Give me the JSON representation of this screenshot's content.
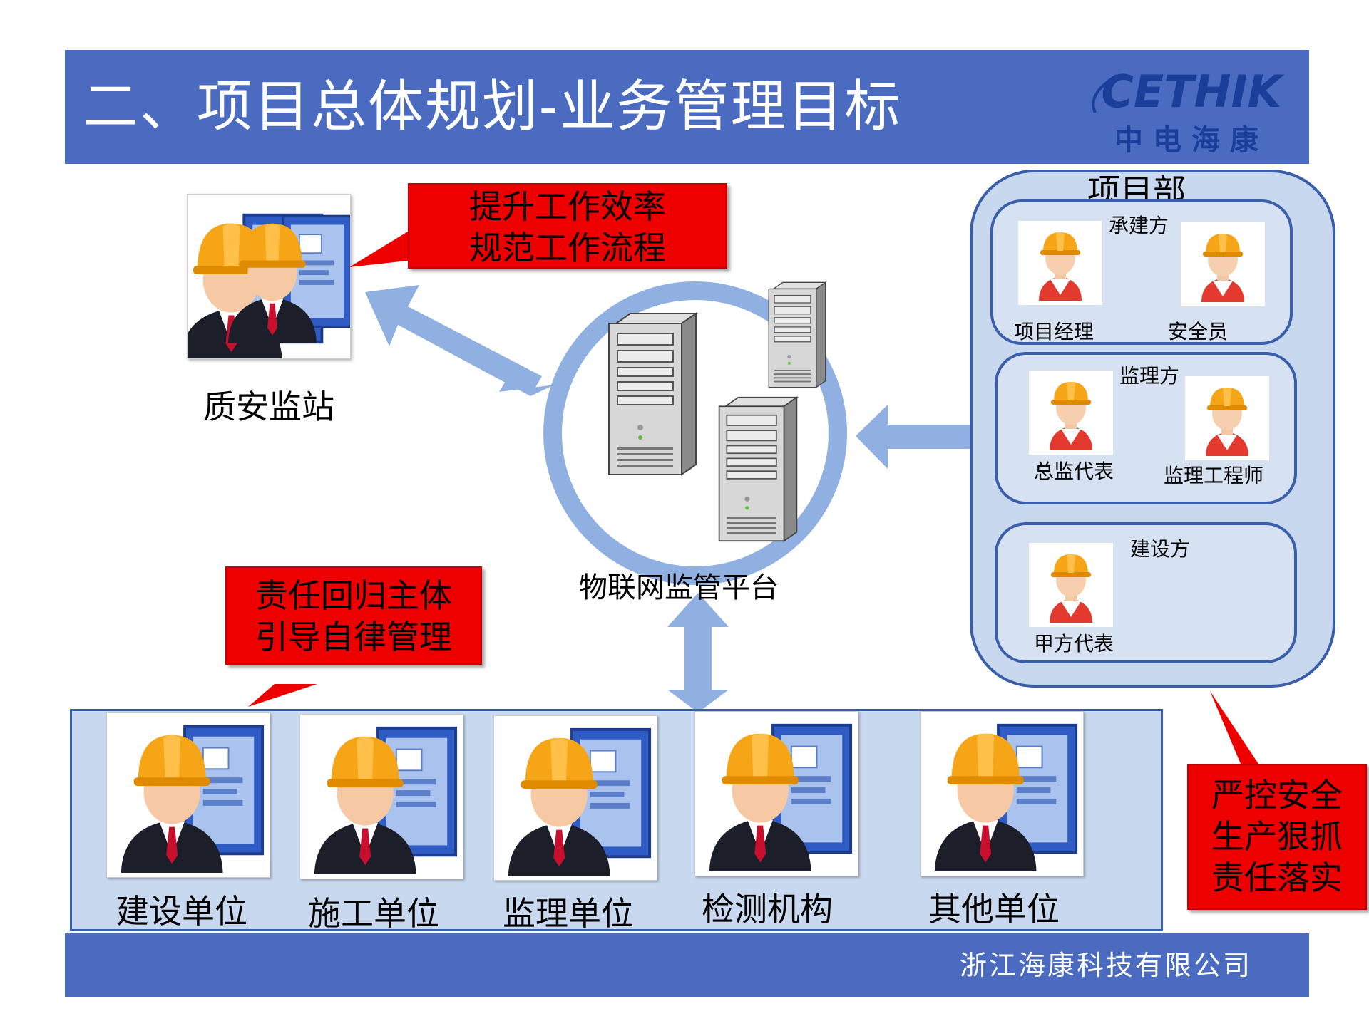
{
  "header": {
    "title": "二、项目总体规划-业务管理目标"
  },
  "logo": {
    "wordmark": "CETHIK",
    "chinese": "中电海康"
  },
  "footer": {
    "company": "浙江海康科技有限公司"
  },
  "callouts": {
    "efficiency": [
      "提升工作效率",
      "规范工作流程"
    ],
    "responsibility": [
      "责任回归主体",
      "引导自律管理"
    ],
    "safety": [
      "严控安全",
      "生产狠抓",
      "责任落实"
    ]
  },
  "supervision_station": {
    "label": "质安监站"
  },
  "platform": {
    "label": "物联网监管平台"
  },
  "project_department": {
    "title": "项目部",
    "groups": [
      {
        "name": "承建方",
        "members": [
          "项目经理",
          "安全员"
        ]
      },
      {
        "name": "监理方",
        "members": [
          "总监代表",
          "监理工程师"
        ]
      },
      {
        "name": "建设方",
        "members": [
          "甲方代表"
        ]
      }
    ]
  },
  "units": [
    "建设单位",
    "施工单位",
    "监理单位",
    "检测机构",
    "其他单位"
  ],
  "colors": {
    "bar": "#4a6bc0",
    "callout": "#ee0000",
    "panel": "#c8d8ee",
    "arrow": "#8fb0e0",
    "helmet": "#f6a516"
  }
}
